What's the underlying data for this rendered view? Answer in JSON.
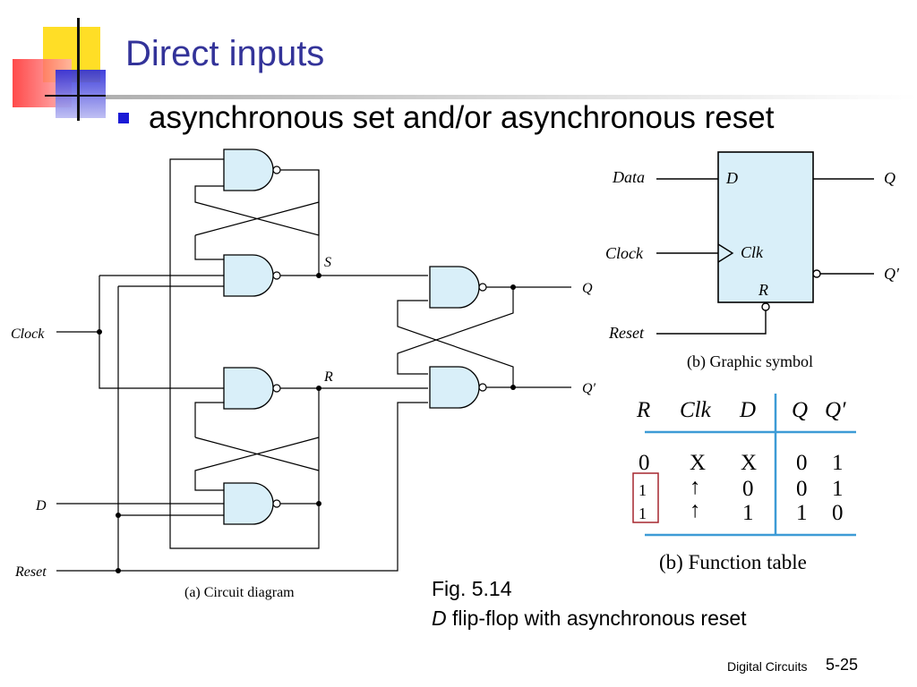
{
  "slide": {
    "title": "Direct inputs",
    "bullet": "asynchronous set and/or asynchronous reset",
    "figure_number": "Fig. 5.14",
    "figure_caption_italic": "D",
    "figure_caption_rest": " flip-flop with asynchronous reset",
    "footer_course": "Digital Circuits",
    "footer_page": "5-25"
  },
  "circuit": {
    "caption": "(a) Circuit diagram",
    "labels": {
      "clock": "Clock",
      "d": "D",
      "reset": "Reset",
      "s": "S",
      "r": "R",
      "q": "Q",
      "q_bar": "Q′"
    }
  },
  "symbol": {
    "caption": "(b) Graphic symbol",
    "inputs": {
      "data": "Data",
      "clock": "Clock",
      "reset": "Reset"
    },
    "pins": {
      "d": "D",
      "clk": "Clk",
      "r": "R"
    },
    "outputs": {
      "q": "Q",
      "q_bar": "Q′"
    }
  },
  "function_table": {
    "caption": "(b) Function table",
    "headers": [
      "R",
      "Clk",
      "D",
      "Q",
      "Q′"
    ],
    "rows": [
      [
        "0",
        "X",
        "X",
        "0",
        "1"
      ],
      [
        "1",
        "↑",
        "0",
        "0",
        "1"
      ],
      [
        "1",
        "↑",
        "1",
        "1",
        "0"
      ]
    ]
  },
  "colors": {
    "title": "#333399",
    "bullet": "#1a1ad6",
    "gate_fill": "#d9eff9",
    "table_rule": "#3d9bd6",
    "highlight_box": "#a6272f"
  }
}
